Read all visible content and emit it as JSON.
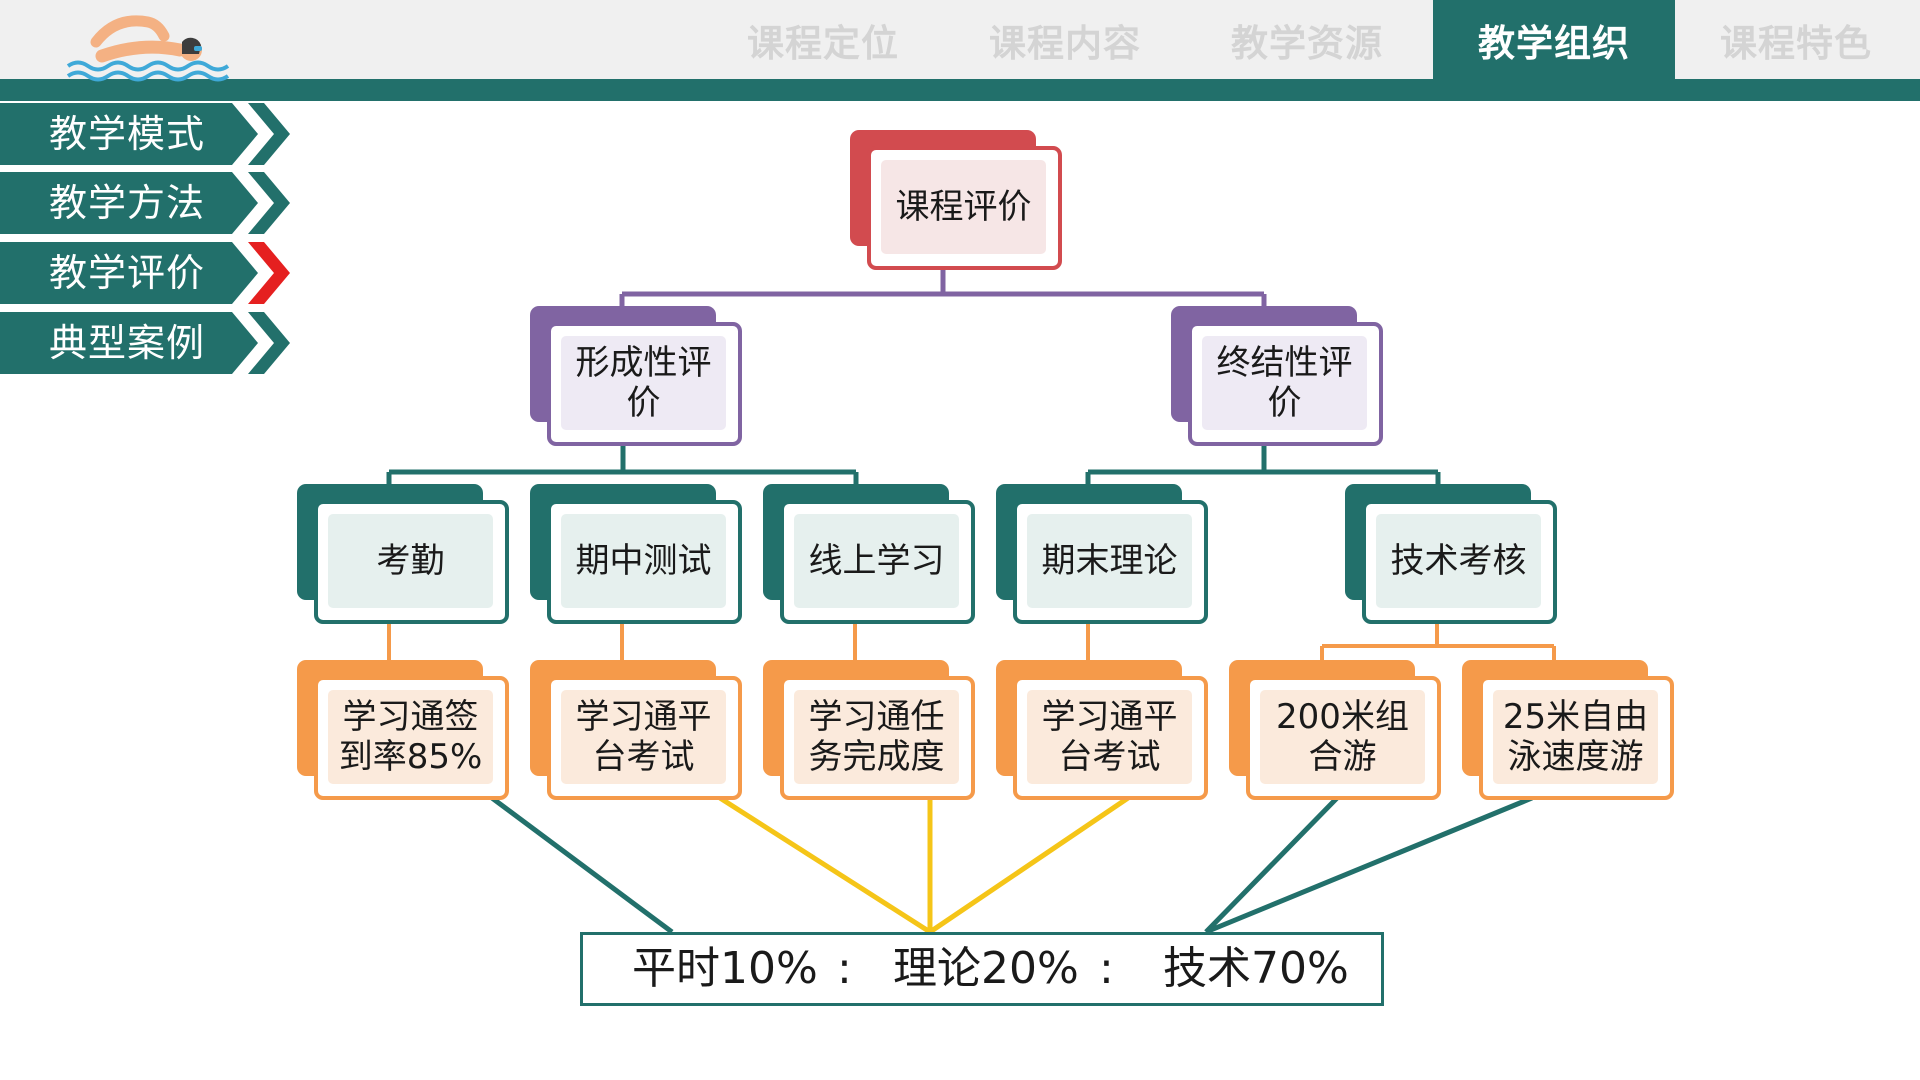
{
  "header": {
    "tabs": [
      {
        "label": "课程定位",
        "active": false
      },
      {
        "label": "课程内容",
        "active": false
      },
      {
        "label": "教学资源",
        "active": false
      },
      {
        "label": "教学组织",
        "active": true
      },
      {
        "label": "课程特色",
        "active": false
      }
    ],
    "logo_icon": "swimmer-icon"
  },
  "sidebar": {
    "items": [
      {
        "label": "教学模式",
        "active": false
      },
      {
        "label": "教学方法",
        "active": false
      },
      {
        "label": "教学评价",
        "active": true
      },
      {
        "label": "典型案例",
        "active": false
      }
    ]
  },
  "diagram": {
    "root": {
      "label": "课程评价"
    },
    "branches": [
      {
        "label": "形成性评价"
      },
      {
        "label": "终结性评价"
      }
    ],
    "criteria": [
      {
        "label": "考勤"
      },
      {
        "label": "期中测试"
      },
      {
        "label": "线上学习"
      },
      {
        "label": "期末理论"
      },
      {
        "label": "技术考核"
      }
    ],
    "standards": [
      {
        "label": "学习通签到率85%"
      },
      {
        "label": "学习通平台考试"
      },
      {
        "label": "学习通任务完成度"
      },
      {
        "label": "学习通平台考试"
      },
      {
        "label": "200米组合游"
      },
      {
        "label": "25米自由泳速度游"
      }
    ],
    "ratio": {
      "usual": "平时10%",
      "separator1": ":",
      "theory": "理论20%",
      "separator2": ":",
      "skill": "技术70%"
    }
  },
  "colors": {
    "teal": "#22706b",
    "red": "#d24b4f",
    "purple": "#8064a2",
    "orange": "#f59a4a",
    "yellow": "#f5c518",
    "active_arrow": "#e52020"
  }
}
